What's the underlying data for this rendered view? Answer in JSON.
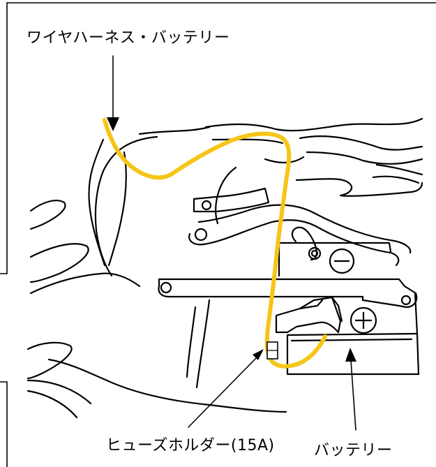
{
  "labels": {
    "harness": "ワイヤハーネス・バッテリー",
    "fuse_holder": "ヒューズホルダー(15A)",
    "battery": "バッテリー"
  },
  "colors": {
    "wire": "#F5C518",
    "ink": "#000000",
    "background": "#FFFFFF"
  },
  "icons": {
    "negative_terminal": "minus-circle-icon",
    "positive_terminal": "plus-circle-icon"
  }
}
